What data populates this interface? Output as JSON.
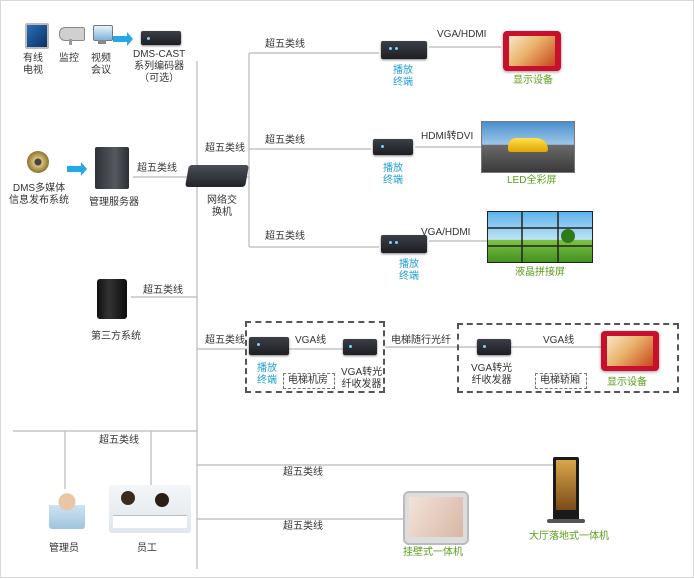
{
  "sources": {
    "tv": "有线\n电视",
    "monitoring": "监控",
    "video_conf": "视频\n会议",
    "encoder": "DMS-CAST\n系列编码器\n（可选）"
  },
  "dms": "DMS多媒体\n信息发布系统",
  "server": "管理服务器",
  "switch": "网络交\n换机",
  "third_party": "第三方系统",
  "cable": "超五类线",
  "rows": {
    "r1": {
      "link": "VGA/HDMI",
      "player": "播放\n终端",
      "display": "显示设备"
    },
    "r2": {
      "link": "HDMI转DVI",
      "player": "播放\n终端",
      "display": "LED全彩屏"
    },
    "r3": {
      "link": "VGA/HDMI",
      "player": "播放\n终端",
      "display": "液晶拼接屏"
    },
    "r4": {
      "link_vga": "VGA线",
      "player": "播放\n终端",
      "converter_left": "VGA转光\n纤收发器",
      "room": "电梯机房",
      "fiber": "电梯随行光纤",
      "converter_right": "VGA转光\n纤收发器",
      "link_vga_right": "VGA线",
      "car": "电梯轿厢",
      "display": "显示设备"
    }
  },
  "users": {
    "admin": "管理员",
    "staff": "员工"
  },
  "kiosk": "大厅落地式一体机",
  "wall_unit": "挂壁式一体机"
}
